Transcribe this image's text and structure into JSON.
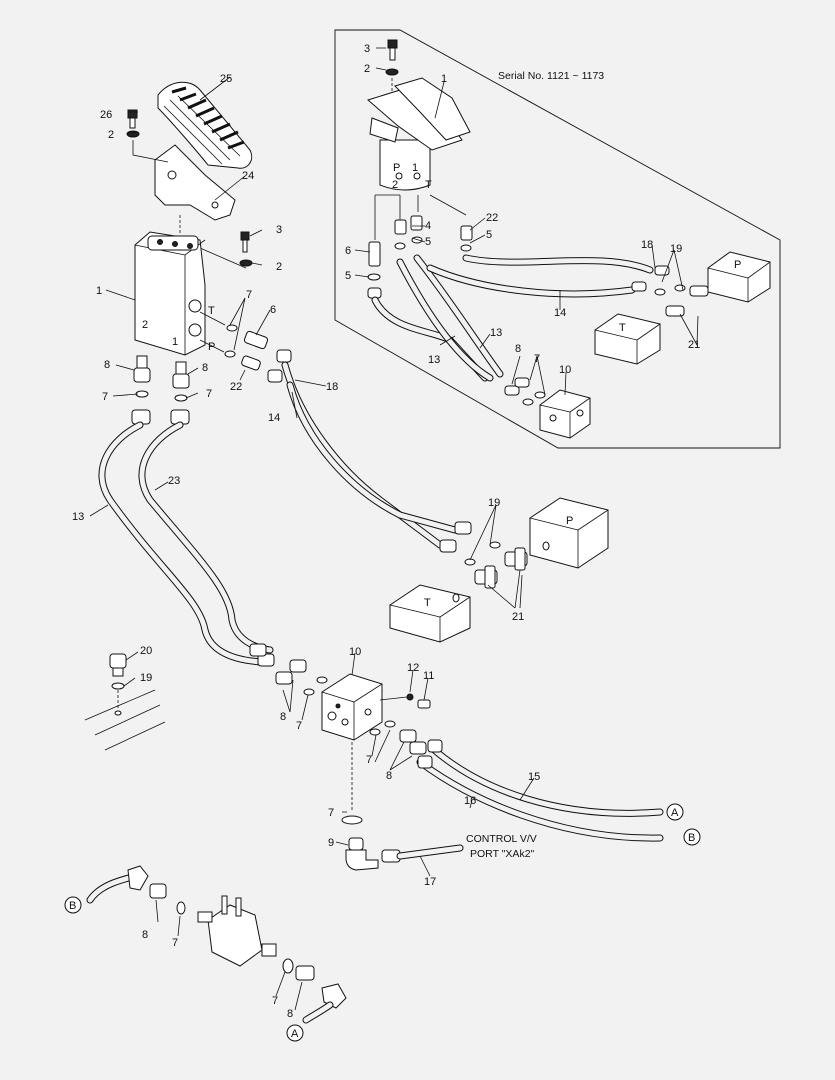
{
  "inset_title": "Serial No. 1121 ~ 1173",
  "control_note": [
    "CONTROL V/V",
    "PORT \"XAk2\""
  ],
  "connectors": [
    "A",
    "B"
  ],
  "box_letters": {
    "pressure": "P",
    "tank": "T"
  },
  "port_marks": {
    "p": "P",
    "t": "T",
    "one": "1",
    "two": "2"
  },
  "callouts": [
    "1",
    "2",
    "3",
    "4",
    "5",
    "6",
    "7",
    "8",
    "9",
    "10",
    "11",
    "12",
    "13",
    "14",
    "15",
    "16",
    "17",
    "18",
    "19",
    "20",
    "21",
    "22",
    "23",
    "24",
    "25",
    "26"
  ]
}
